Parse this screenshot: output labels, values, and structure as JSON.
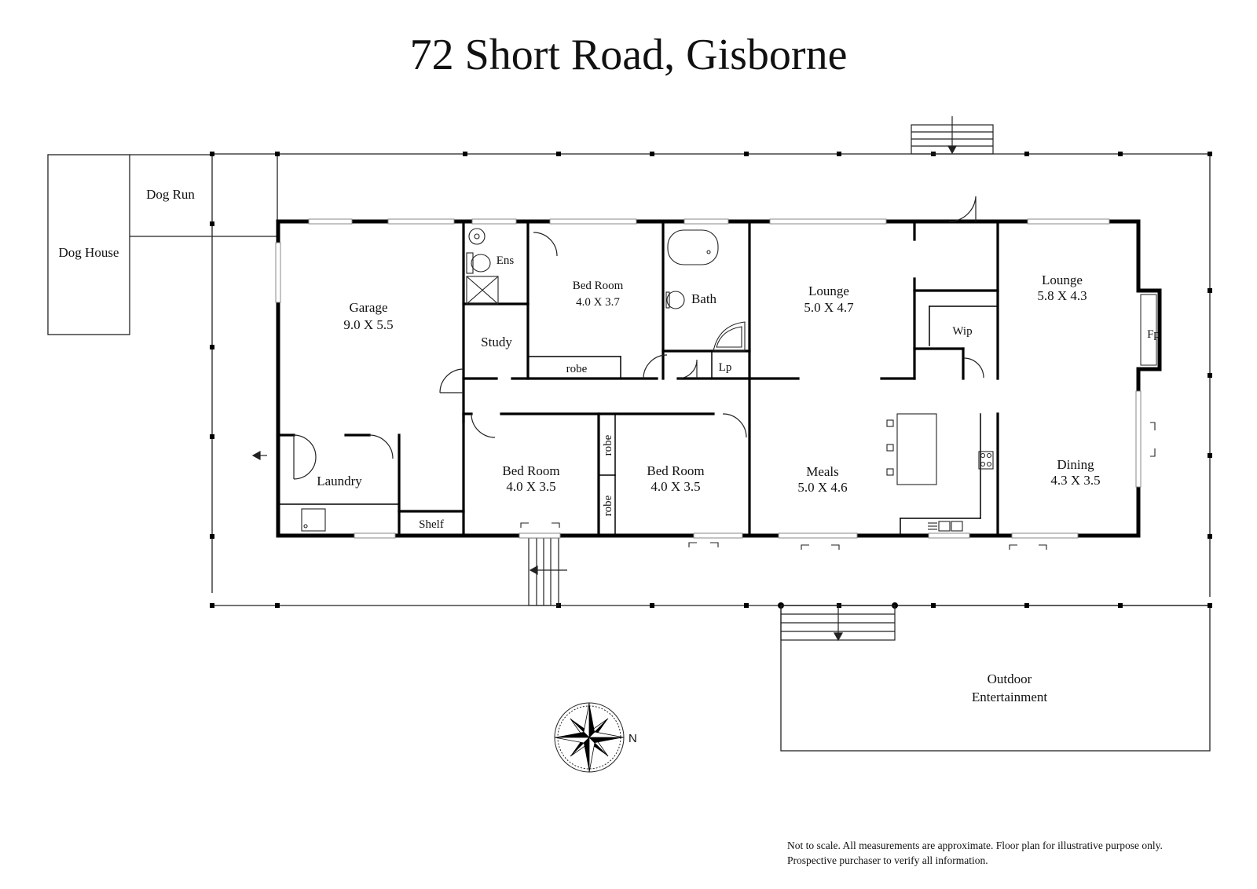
{
  "title": "72 Short Road, Gisborne",
  "colors": {
    "wall": "#000000",
    "line": "#222222",
    "window": "#9a9a9a",
    "background": "#ffffff"
  },
  "compass": {
    "label": "N",
    "icon": "compass-rose-icon"
  },
  "rooms": {
    "dog_house": {
      "name": "Dog House"
    },
    "dog_run": {
      "name": "Dog Run"
    },
    "garage": {
      "name": "Garage",
      "size": "9.0 X 5.5"
    },
    "laundry": {
      "name": "Laundry"
    },
    "shelf": {
      "name": "Shelf"
    },
    "ens": {
      "name": "Ens"
    },
    "study": {
      "name": "Study"
    },
    "bedroom1": {
      "name": "Bed Room",
      "size": "4.0 X 3.7"
    },
    "robe1": {
      "name": "robe"
    },
    "bath": {
      "name": "Bath"
    },
    "lp": {
      "name": "Lp"
    },
    "lounge1": {
      "name": "Lounge",
      "size": "5.0 X 4.7"
    },
    "wip": {
      "name": "Wip"
    },
    "lounge2": {
      "name": "Lounge",
      "size": "5.8 X 4.3"
    },
    "fp": {
      "name": "Fp"
    },
    "bedroom2": {
      "name": "Bed Room",
      "size": "4.0 X 3.5"
    },
    "robe2": {
      "name": "robe"
    },
    "robe3": {
      "name": "robe"
    },
    "bedroom3": {
      "name": "Bed Room",
      "size": "4.0 X 3.5"
    },
    "meals": {
      "name": "Meals",
      "size": "5.0 X 4.6"
    },
    "dining": {
      "name": "Dining",
      "size": "4.3 X 3.5"
    },
    "outdoor": {
      "line1": "Outdoor",
      "line2": "Entertainment"
    }
  },
  "disclaimer": {
    "line1": "Not to scale. All measurements are approximate. Floor plan for illustrative purpose only.",
    "line2": "Prospective purchaser to verify all information."
  }
}
